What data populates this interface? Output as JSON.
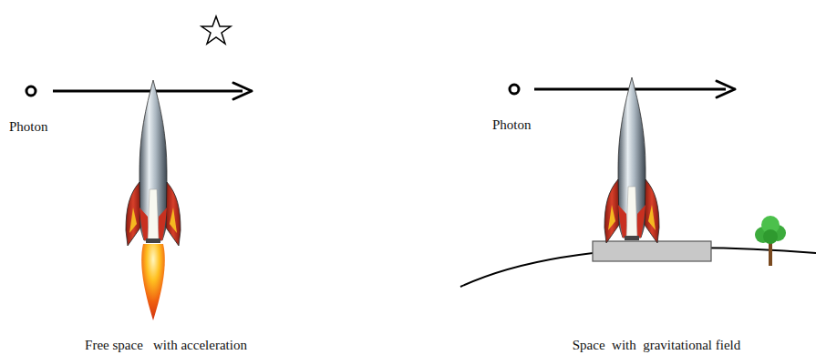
{
  "diagram": {
    "labels": [
      "Photon",
      "Free space   with acceleration",
      "Photon",
      "Space  with  gravitational field"
    ]
  }
}
